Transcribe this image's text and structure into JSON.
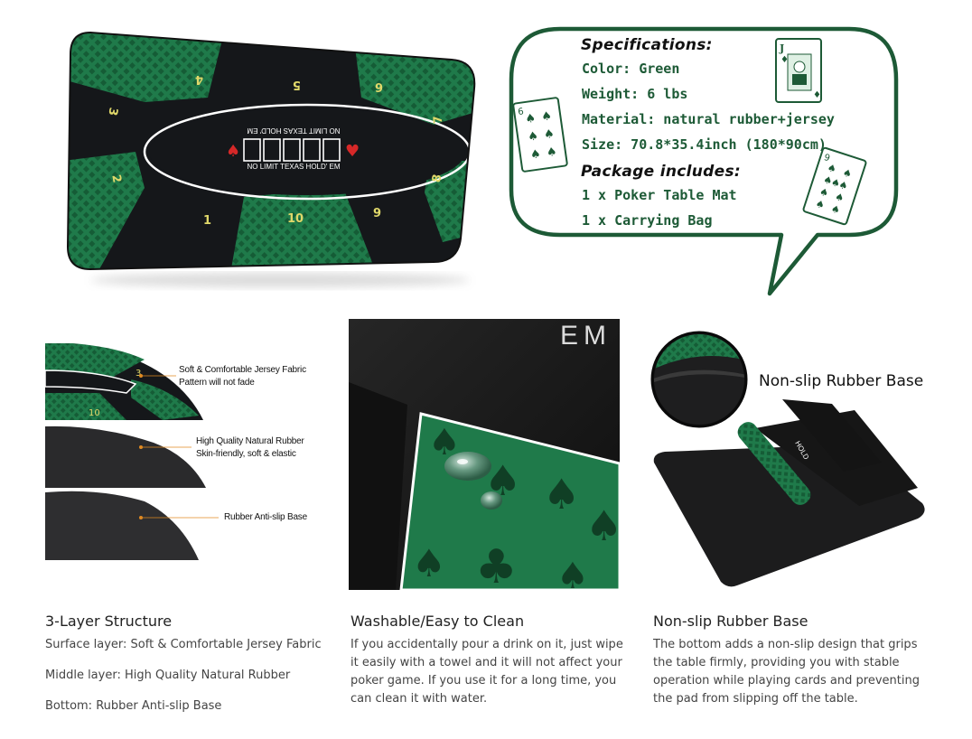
{
  "mat": {
    "seat_numbers": [
      "1",
      "2",
      "3",
      "4",
      "5",
      "6",
      "7",
      "8",
      "9",
      "10"
    ],
    "text_top": "NO LIMIT TEXAS HOLD' EM",
    "text_bottom": "NO LIMIT TEXAS HOLD' EM",
    "colors": {
      "felt": "#15171a",
      "green": "#1f7a4a",
      "gold": "#e0d86a",
      "white": "#ffffff",
      "red": "#d62828"
    }
  },
  "specs": {
    "heading": "Specifications:",
    "color": "Color: Green",
    "weight": "Weight: 6 lbs",
    "material": "Material: natural rubber+jersey",
    "size": "Size: 70.8*35.4inch (180*90cm)",
    "package_heading": "Package includes:",
    "item1": "1 x Poker Table Mat",
    "item2": "1 x Carrying Bag",
    "accent": "#1d5a36"
  },
  "cards": {
    "jack": "J",
    "six": "6",
    "nine": "9"
  },
  "layers": {
    "surface_label_1": "Soft & Comfortable Jersey Fabric",
    "surface_label_2": "Pattern will not fade",
    "rubber_label_1": "High Quality Natural Rubber",
    "rubber_label_2": "Skin-friendly, soft & elastic",
    "base_label": "Rubber Anti-slip Base",
    "mini_seats": [
      "3",
      "10"
    ]
  },
  "wash_image": {
    "corner_text": "EM"
  },
  "nonslip_image": {
    "label": "Non-slip Rubber Base"
  },
  "features": {
    "col1": {
      "title": "3-Layer Structure",
      "line1": "Surface layer: Soft & Comfortable Jersey Fabric",
      "line2": "Middle layer: High Quality Natural Rubber",
      "line3": "Bottom: Rubber Anti-slip Base"
    },
    "col2": {
      "title": "Washable/Easy to Clean",
      "desc": "If you accidentally pour a drink on it, just wipe it easily with a towel and it will not affect your poker game. If you use it for a long time, you can clean it with water."
    },
    "col3": {
      "title": "Non-slip Rubber Base",
      "desc": "The bottom adds a non-slip design that grips the table firmly, providing you with stable operation while playing cards and preventing the pad from slipping off the table."
    }
  }
}
